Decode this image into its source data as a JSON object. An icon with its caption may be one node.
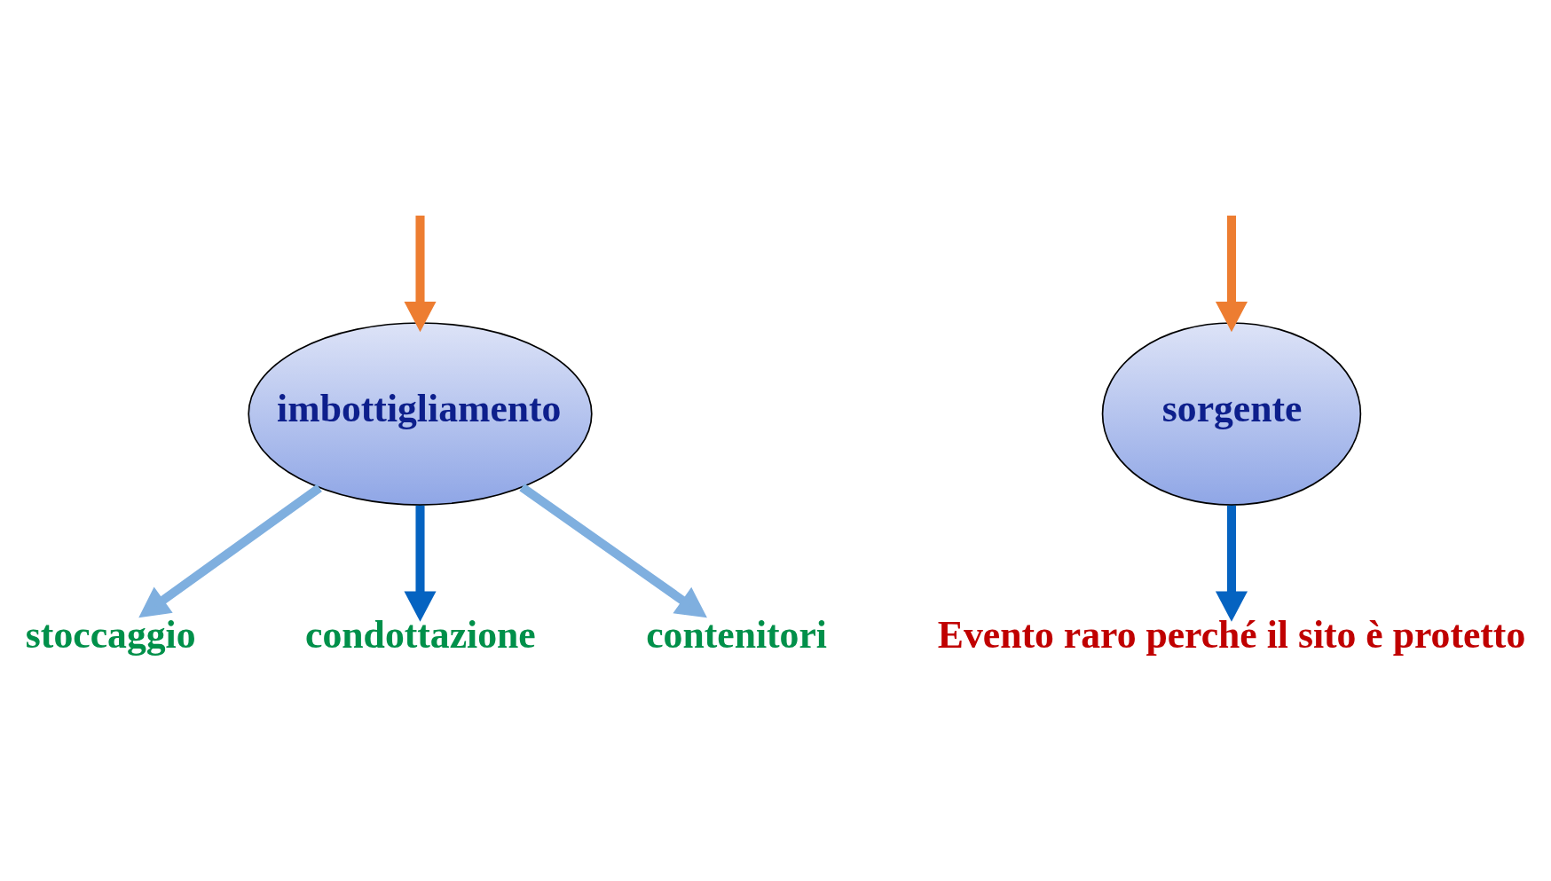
{
  "diagram": {
    "nodes": [
      {
        "text": [
          "imbottigliamento"
        ]
      },
      {
        "text": [
          "sorgente"
        ]
      },
      {
        "text": [
          "stoccaggio"
        ]
      },
      {
        "text": [
          "condottazione"
        ]
      },
      {
        "text": [
          "contenitori"
        ]
      },
      {
        "text": [
          "Evento raro perché il sito è protetto"
        ]
      }
    ],
    "edges": [
      {
        "from": null,
        "to": 0,
        "arrow": "to",
        "color": "#ed7d31"
      },
      {
        "from": null,
        "to": 1,
        "arrow": "to",
        "color": "#ed7d31"
      },
      {
        "from": 0,
        "to": 2,
        "arrow": "to",
        "color": "#7fafdf"
      },
      {
        "from": 0,
        "to": 3,
        "arrow": "to",
        "color": "#0563c1"
      },
      {
        "from": 0,
        "to": 4,
        "arrow": "to",
        "color": "#7fafdf"
      },
      {
        "from": 1,
        "to": 5,
        "arrow": "to",
        "color": "#0563c1"
      }
    ]
  }
}
